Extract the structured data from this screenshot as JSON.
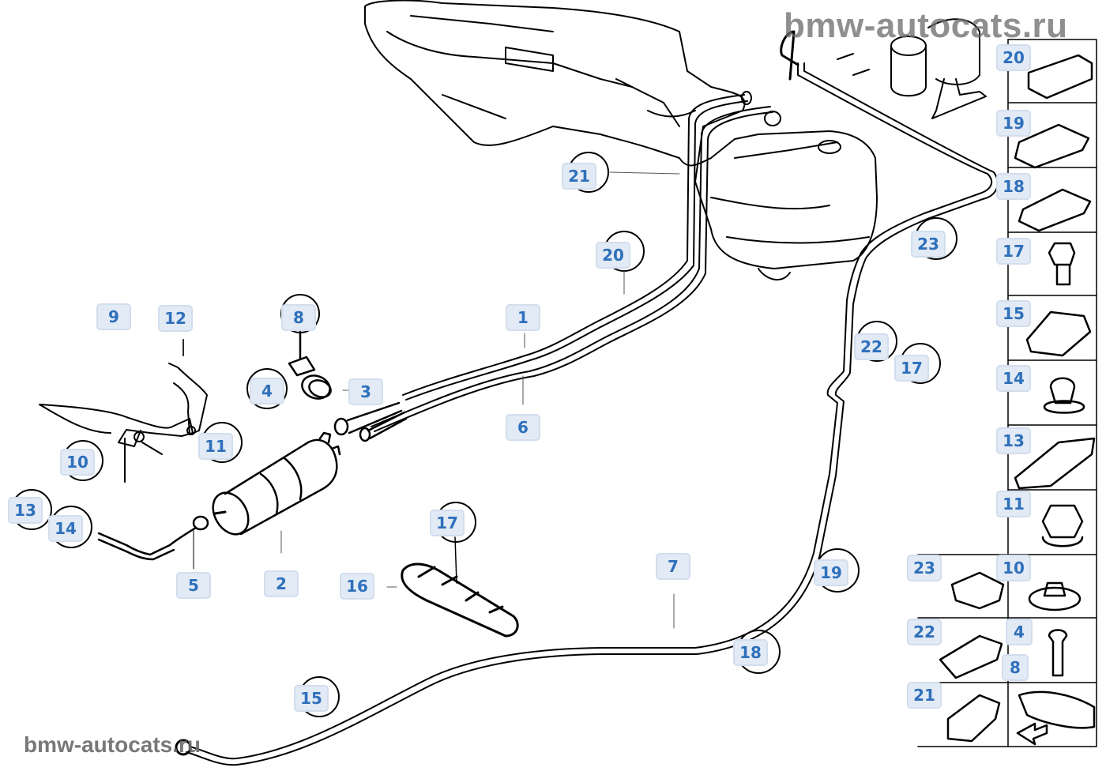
{
  "diagram": {
    "type": "parts-exploded-diagram",
    "subject": "fuel lines / fuel filter assembly",
    "watermarks": {
      "top": "bmw-autocats.ru",
      "bottom": "bmw-autocats.ru"
    },
    "colors": {
      "callout_background": "#e2eaf5",
      "callout_border": "#d2deed",
      "callout_text": "#2f70bb",
      "line_art": "#000000",
      "watermark": "#6a6a6a"
    },
    "callouts": [
      {
        "id": "c9",
        "label": "9"
      },
      {
        "id": "c12",
        "label": "12"
      },
      {
        "id": "c8",
        "label": "8"
      },
      {
        "id": "c4",
        "label": "4"
      },
      {
        "id": "c3",
        "label": "3"
      },
      {
        "id": "c1",
        "label": "1"
      },
      {
        "id": "c6",
        "label": "6"
      },
      {
        "id": "c20",
        "label": "20"
      },
      {
        "id": "c21",
        "label": "21"
      },
      {
        "id": "c23",
        "label": "23"
      },
      {
        "id": "c22",
        "label": "22"
      },
      {
        "id": "c17a",
        "label": "17"
      },
      {
        "id": "c10",
        "label": "10"
      },
      {
        "id": "c11",
        "label": "11"
      },
      {
        "id": "c13",
        "label": "13"
      },
      {
        "id": "c14",
        "label": "14"
      },
      {
        "id": "c5",
        "label": "5"
      },
      {
        "id": "c2",
        "label": "2"
      },
      {
        "id": "c16",
        "label": "16"
      },
      {
        "id": "c17b",
        "label": "17"
      },
      {
        "id": "c7",
        "label": "7"
      },
      {
        "id": "c19",
        "label": "19"
      },
      {
        "id": "c18",
        "label": "18"
      },
      {
        "id": "c15",
        "label": "15"
      }
    ],
    "legend_panel": {
      "items": [
        {
          "label": "20",
          "part": "pipe clip block"
        },
        {
          "label": "19",
          "part": "double pipe clip"
        },
        {
          "label": "18",
          "part": "double pipe clip"
        },
        {
          "label": "17",
          "part": "hex nut"
        },
        {
          "label": "15",
          "part": "pipe clip"
        },
        {
          "label": "14",
          "part": "pipe clip with stud"
        },
        {
          "label": "13",
          "part": "multiple pipe clip"
        },
        {
          "label": "11",
          "part": "collar nut"
        },
        {
          "label": "23",
          "part": "pipe holder"
        },
        {
          "label": "10",
          "part": "flange nut"
        },
        {
          "label": "22",
          "part": "pipe clip"
        },
        {
          "label": "4",
          "part": "screw"
        },
        {
          "label": "8",
          "part": "screw"
        },
        {
          "label": "21",
          "part": "pipe clip"
        },
        {
          "label": "",
          "part": "vehicle front orientation arrow"
        }
      ]
    }
  }
}
